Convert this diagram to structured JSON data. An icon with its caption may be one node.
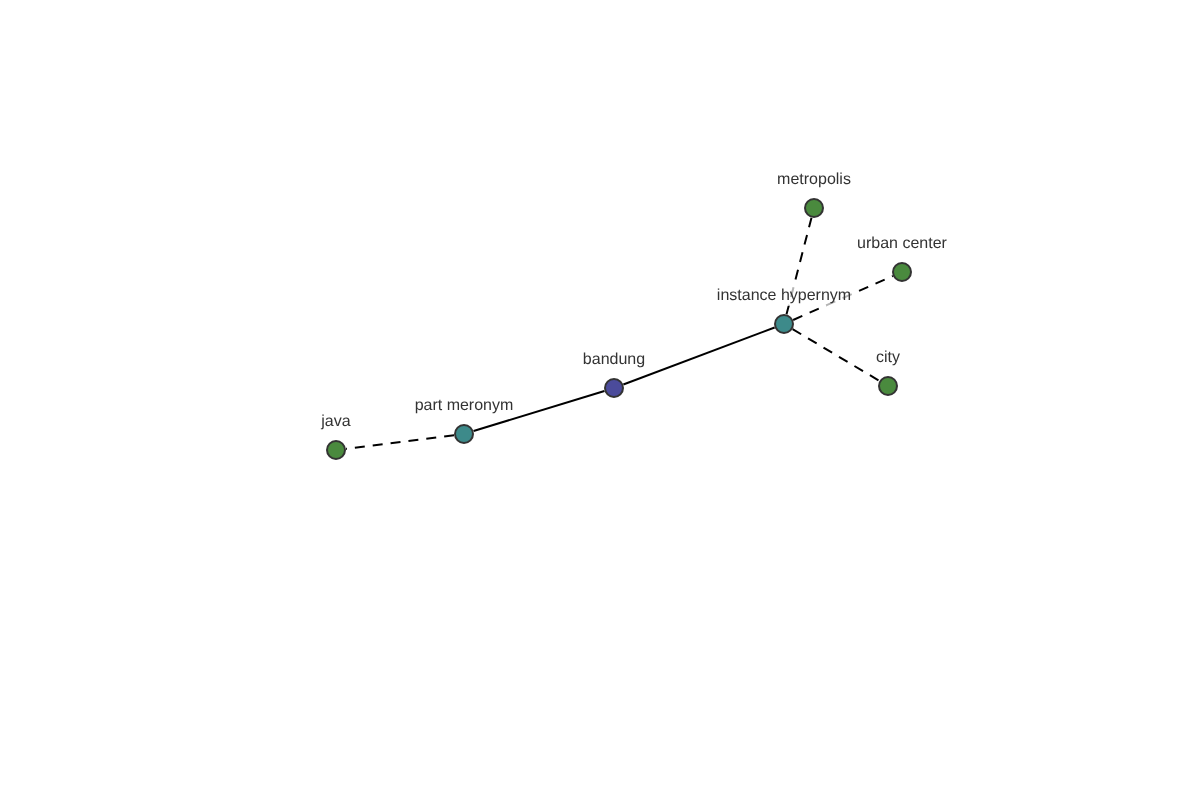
{
  "diagram": {
    "nodes": [
      {
        "text": [
          "bandung"
        ]
      },
      {
        "text": [
          "part meronym"
        ]
      },
      {
        "text": [
          "java"
        ]
      },
      {
        "text": [
          "instance hypernym"
        ]
      },
      {
        "text": [
          "metropolis"
        ]
      },
      {
        "text": [
          "urban center"
        ]
      },
      {
        "text": [
          "city"
        ]
      }
    ],
    "edges": [
      {
        "from": 0,
        "to": 1,
        "arrow": "none"
      },
      {
        "from": 1,
        "to": 2,
        "arrow": "none",
        "style": "dashed"
      },
      {
        "from": 0,
        "to": 3,
        "arrow": "none"
      },
      {
        "from": 3,
        "to": 4,
        "arrow": "none",
        "style": "dashed"
      },
      {
        "from": 3,
        "to": 5,
        "arrow": "none",
        "style": "dashed"
      },
      {
        "from": 3,
        "to": 6,
        "arrow": "none",
        "style": "dashed"
      }
    ]
  }
}
